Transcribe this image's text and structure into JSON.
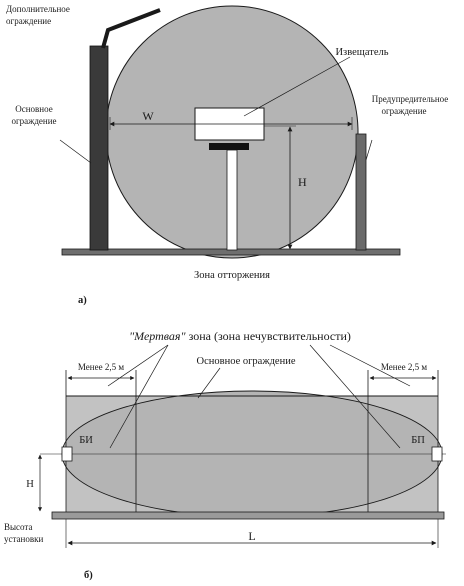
{
  "figure_a": {
    "labels": {
      "additional_fence": [
        "Дополнительное",
        "ограждение"
      ],
      "main_fence": [
        "Основное",
        "ограждение"
      ],
      "warning_fence": [
        "Предупредительное",
        "ограждение"
      ],
      "detector": "Извещатель",
      "width": "W",
      "height": "H",
      "alienation_zone": "Зона отторжения"
    },
    "caption": "а)"
  },
  "figure_b": {
    "labels": {
      "dead_zone_prefix": "\"Мертвая\"",
      "dead_zone_rest": " зона (зона нечувствительности)",
      "less_left": "Менее 2,5 м",
      "less_right": "Менее 2,5 м",
      "main_fence": "Основное ограждение",
      "transmitter": "БИ",
      "receiver": "БП",
      "height": "H",
      "mount_height": [
        "Высота",
        "установки"
      ],
      "length": "L"
    },
    "caption": "б)"
  },
  "colors": {
    "ink": "#1a1a1a",
    "zone_fill": "#b4b4b4",
    "ground": "#6e6e6e",
    "post": "#3a3a3a",
    "detector_base": "#111111"
  }
}
